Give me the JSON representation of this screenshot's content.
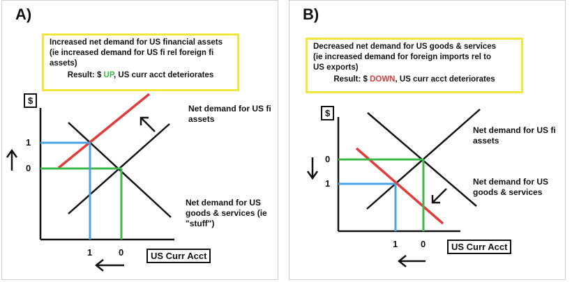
{
  "panel_a": {
    "letter": "A)",
    "note_lines": [
      "Increased net demand for US financial assets",
      "(ie increased demand for US fi rel foreign fi",
      "assets)"
    ],
    "result_prefix": "Result: $ ",
    "result_word": "UP",
    "result_suffix": ", US curr acct deteriorates",
    "y_axis_label": "$",
    "y_tick_top": "1",
    "y_tick_bottom": "0",
    "x_tick_left": "1",
    "x_tick_right": "0",
    "x_axis_label": "US Curr Acct",
    "curve_label_assets": "Net demand for US fi assets",
    "curve_label_goods": "Net demand for US goods & services (ie \"stuff\")"
  },
  "panel_b": {
    "letter": "B)",
    "note_lines": [
      "Decreased net demand for US goods & services",
      "(ie increased demand for foreign imports rel to",
      "US exports)"
    ],
    "result_prefix": "Result: $ ",
    "result_word": "DOWN",
    "result_suffix": ", US curr acct deteriorates",
    "y_axis_label": "$",
    "y_tick_top": "0",
    "y_tick_bottom": "1",
    "x_tick_left": "1",
    "x_tick_right": "0",
    "x_axis_label": "US Curr Acct",
    "curve_label_assets": "Net demand for US fi assets",
    "curve_label_goods": "Net demand for US goods & services"
  },
  "colors": {
    "shifted_curve": "#e23b3b",
    "new_equilibrium": "#4aa3df",
    "old_equilibrium": "#3cb84a",
    "note_border": "#f2e63a"
  }
}
